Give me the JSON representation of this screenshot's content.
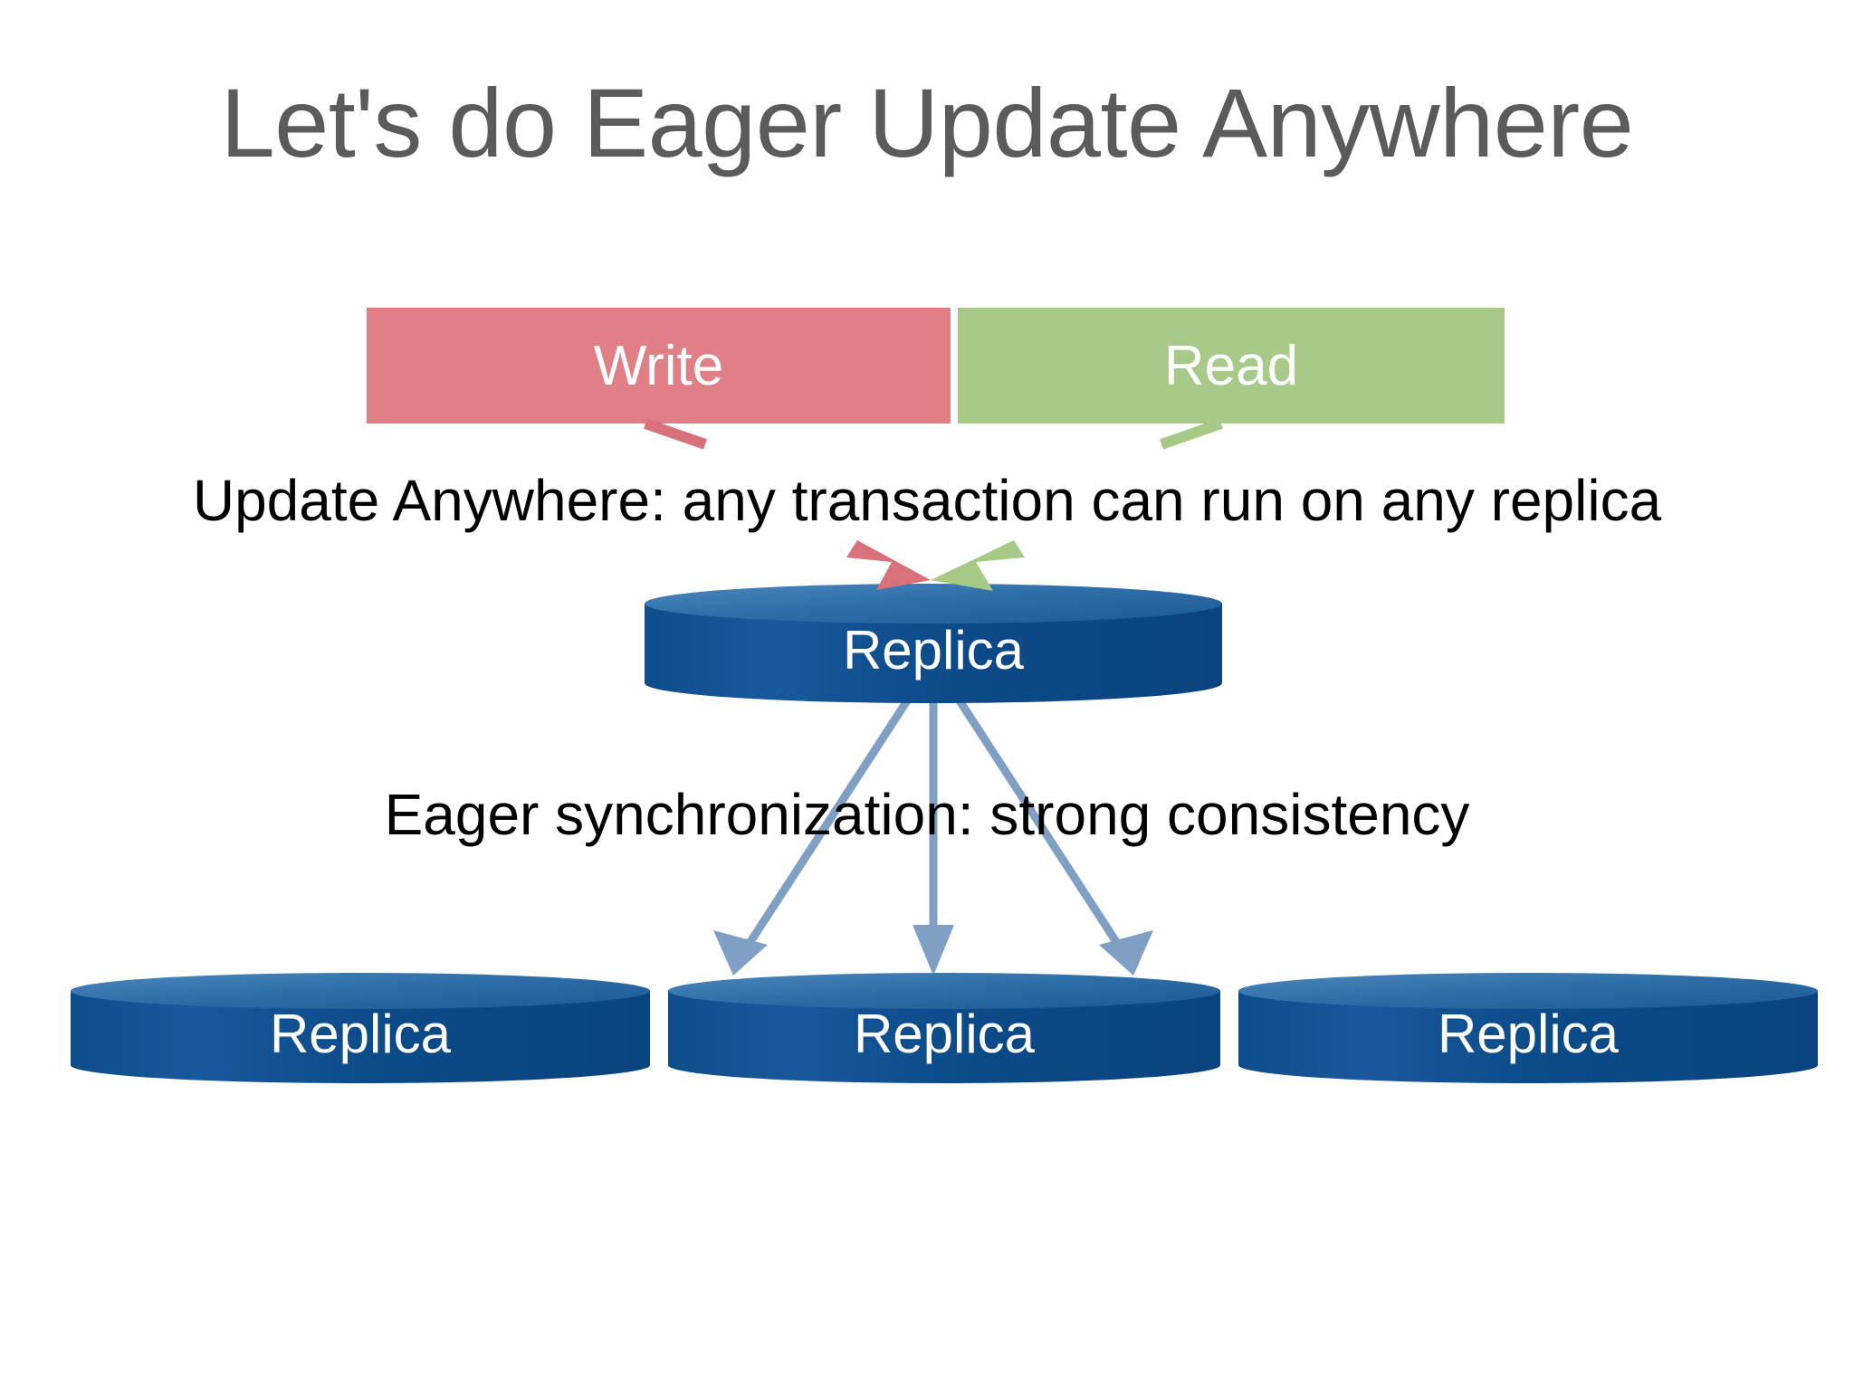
{
  "slide": {
    "title": "Let's do Eager Update Anywhere",
    "background_color": "#ffffff",
    "title_color": "#5b5b5b"
  },
  "operations": [
    {
      "label": "Write",
      "color": "#e07f85",
      "arrow_color": "#d9717a"
    },
    {
      "label": "Read",
      "color": "#a8ca88",
      "arrow_color": "#a6ca85"
    }
  ],
  "captions": {
    "update_anywhere": "Update Anywhere: any transaction can run on any replica",
    "eager_sync": "Eager synchronization: strong consistency"
  },
  "primary_replica": {
    "label": "Replica"
  },
  "secondary_replicas": [
    {
      "label": "Replica"
    },
    {
      "label": "Replica"
    },
    {
      "label": "Replica"
    }
  ],
  "colors": {
    "cylinder_body_dark": "#0b4a87",
    "cylinder_body_light": "#1b5e9e",
    "cylinder_top_light": "#3f7fb5",
    "cylinder_top_dark": "#1d5c96",
    "sync_arrow": "#7f9fc4"
  }
}
